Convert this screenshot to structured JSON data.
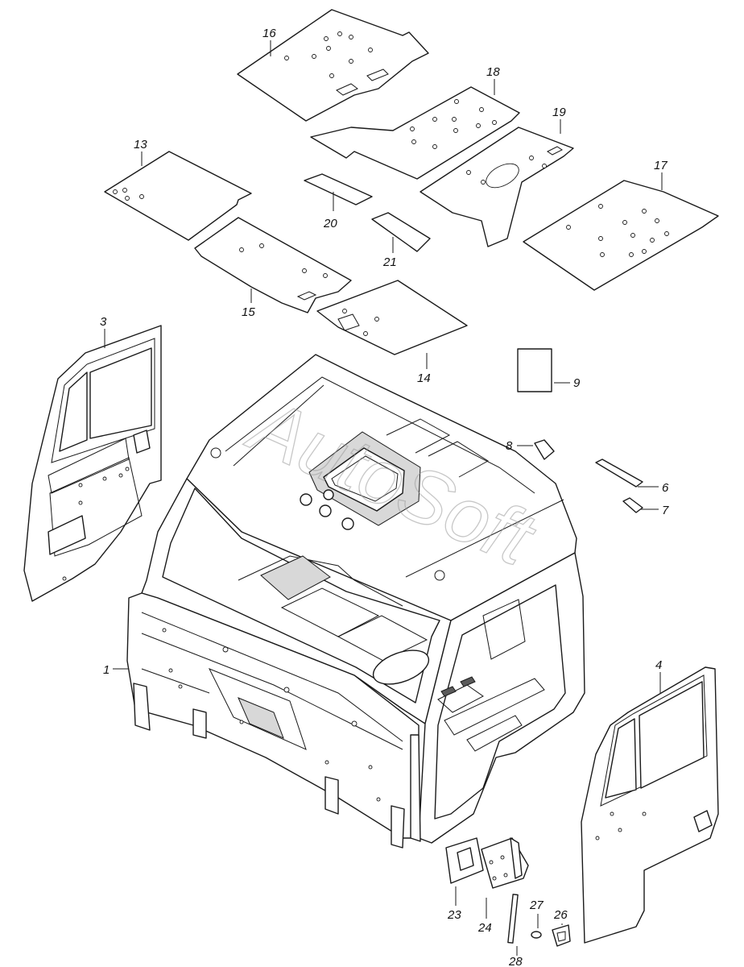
{
  "watermark": "AutoSoft",
  "callouts": {
    "c1": "1",
    "c3": "3",
    "c4": "4",
    "c6": "6",
    "c7": "7",
    "c8": "8",
    "c9": "9",
    "c13": "13",
    "c14": "14",
    "c15": "15",
    "c16": "16",
    "c17": "17",
    "c18": "18",
    "c19": "19",
    "c20": "20",
    "c21": "21",
    "c23": "23",
    "c24": "24",
    "c26": "26",
    "c27": "27",
    "c28": "28"
  }
}
